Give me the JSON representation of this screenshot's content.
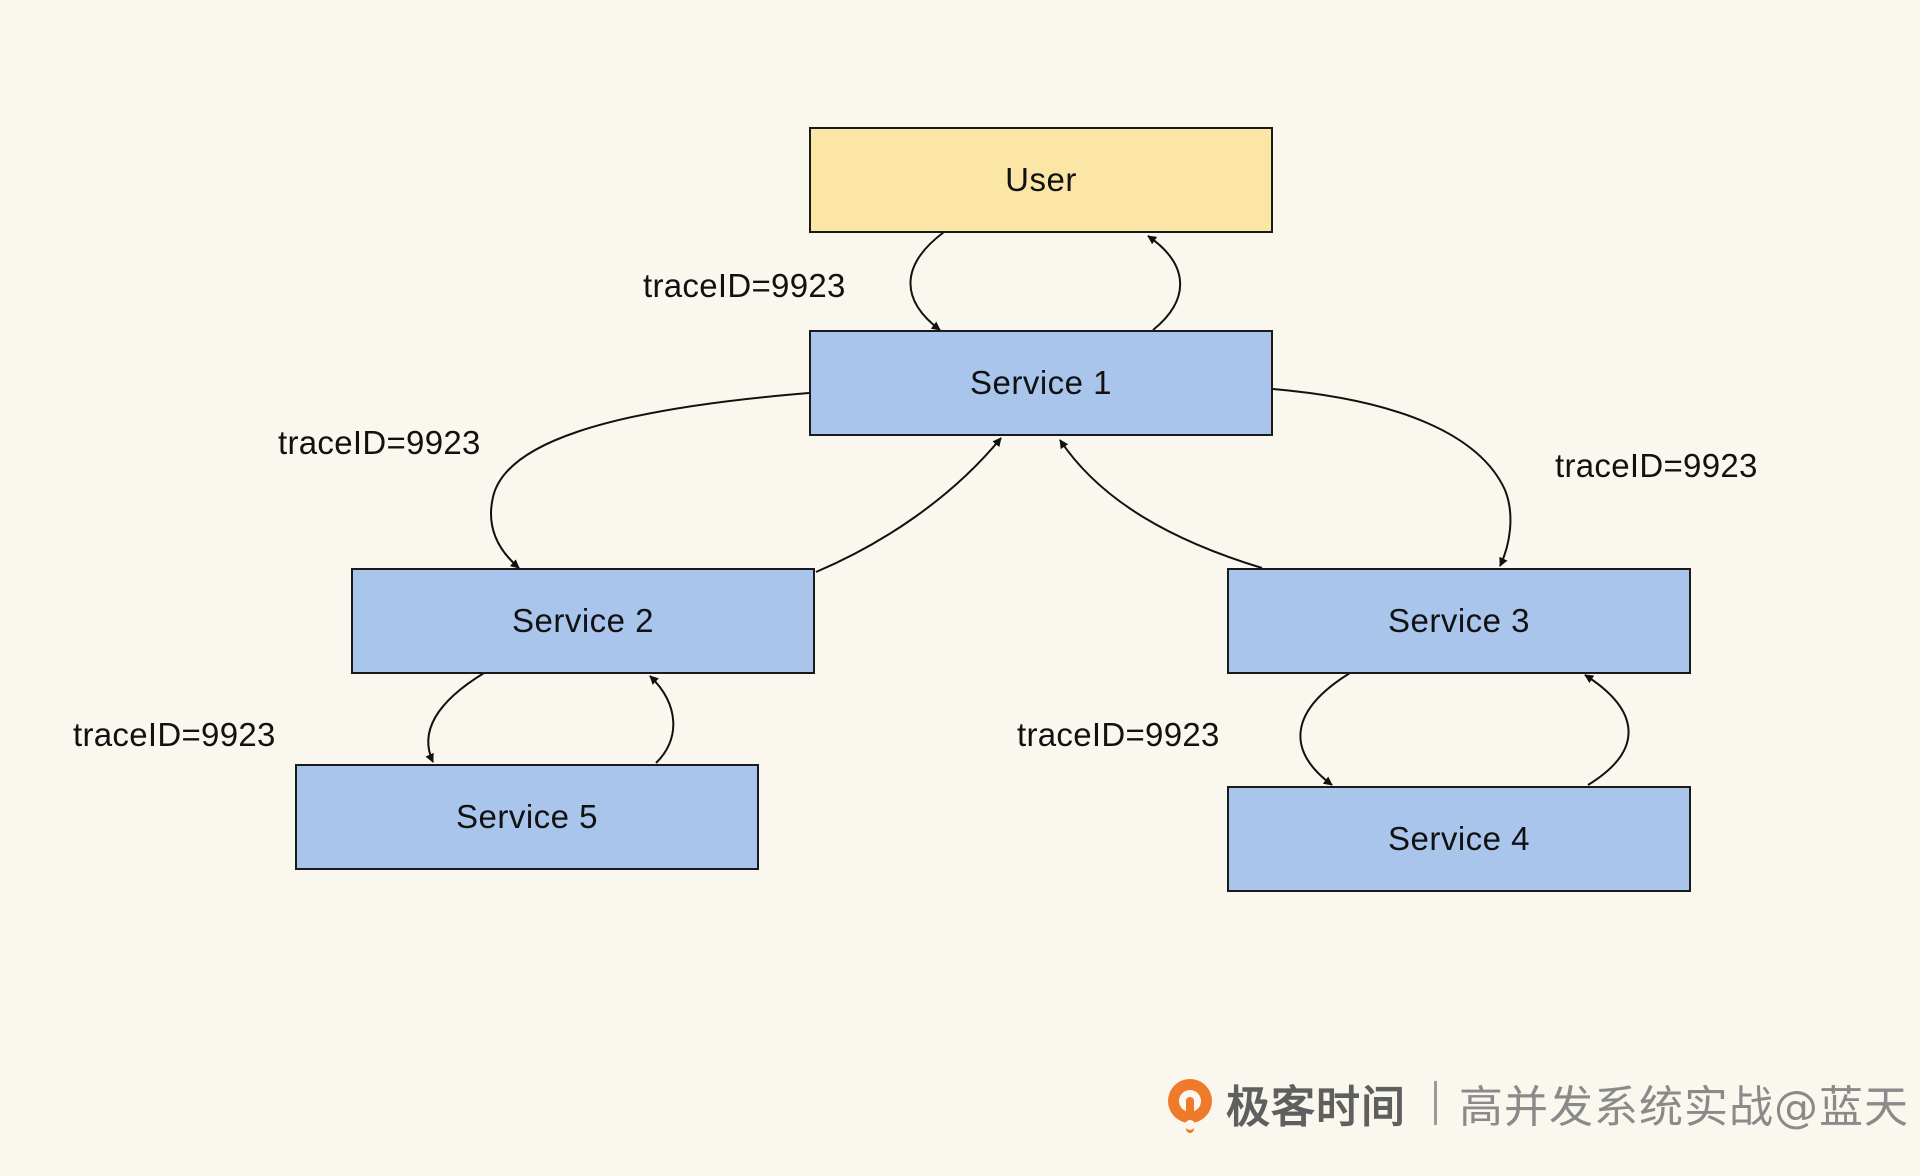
{
  "diagram": {
    "nodes": {
      "user": {
        "label": "User",
        "color": "#fce6a6"
      },
      "service1": {
        "label": "Service 1",
        "color": "#a9c5ec"
      },
      "service2": {
        "label": "Service 2",
        "color": "#a9c5ec"
      },
      "service3": {
        "label": "Service 3",
        "color": "#a9c5ec"
      },
      "service4": {
        "label": "Service 4",
        "color": "#a9c5ec"
      },
      "service5": {
        "label": "Service 5",
        "color": "#a9c5ec"
      }
    },
    "edge_labels": {
      "user_service1": "traceID=9923",
      "service1_service2": "traceID=9923",
      "service1_service3": "traceID=9923",
      "service2_service5": "traceID=9923",
      "service3_service4": "traceID=9923"
    },
    "edges": [
      {
        "from": "user",
        "to": "service1",
        "label": "traceID=9923"
      },
      {
        "from": "service1",
        "to": "user"
      },
      {
        "from": "service1",
        "to": "service2",
        "label": "traceID=9923"
      },
      {
        "from": "service2",
        "to": "service1"
      },
      {
        "from": "service1",
        "to": "service3",
        "label": "traceID=9923"
      },
      {
        "from": "service3",
        "to": "service1"
      },
      {
        "from": "service2",
        "to": "service5",
        "label": "traceID=9923"
      },
      {
        "from": "service5",
        "to": "service2"
      },
      {
        "from": "service3",
        "to": "service4",
        "label": "traceID=9923"
      },
      {
        "from": "service4",
        "to": "service3"
      }
    ]
  },
  "footer": {
    "brand": "极客时间",
    "course": "高并发系统实战@蓝天",
    "logo_icon": "geektime-logo-icon",
    "logo_color": "#f07a2b"
  }
}
